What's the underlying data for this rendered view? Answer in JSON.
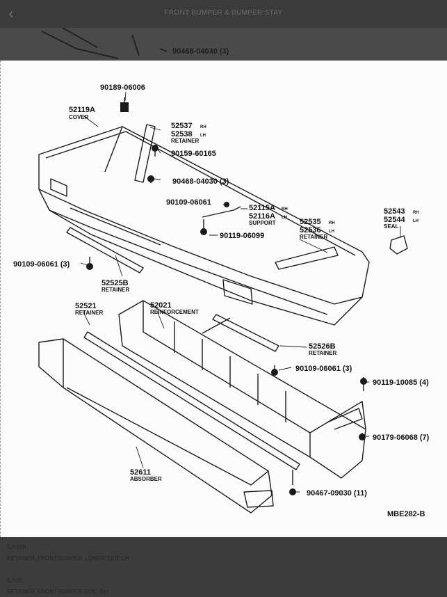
{
  "header": {
    "back_icon": "chevron-left-icon",
    "title": "FRONT BUMPER & BUMPER STAY"
  },
  "background_label": "90468-04030 (3)",
  "diagram": {
    "labels": [
      {
        "id": "c1",
        "num": "90189-06006",
        "sub": ""
      },
      {
        "id": "c2",
        "num": "52119A",
        "sub": "COVER"
      },
      {
        "id": "c3a",
        "num": "52537",
        "tag": "RH",
        "num2": "52538",
        "tag2": "LH",
        "sub": "RETAINER"
      },
      {
        "id": "c4",
        "num": "90159-60165",
        "sub": ""
      },
      {
        "id": "c5",
        "num": "90468-04030 (3)",
        "sub": ""
      },
      {
        "id": "c6",
        "num": "90109-06061",
        "sub": ""
      },
      {
        "id": "c7",
        "num": "52115A",
        "tag": "RH",
        "num2": "52116A",
        "tag2": "LH",
        "sub": "SUPPORT"
      },
      {
        "id": "c8",
        "num": "90119-06099",
        "sub": ""
      },
      {
        "id": "c9",
        "num": "52535",
        "tag": "RH",
        "num2": "52536",
        "tag2": "LH",
        "sub": "RETAINER"
      },
      {
        "id": "c10",
        "num": "52543",
        "tag": "RH",
        "num2": "52544",
        "tag2": "LH",
        "sub": "SEAL"
      },
      {
        "id": "c11",
        "num": "90109-06061 (3)",
        "sub": ""
      },
      {
        "id": "c12",
        "num": "52525B",
        "sub": "RETAINER"
      },
      {
        "id": "c13",
        "num": "52521",
        "sub": "RETAINER"
      },
      {
        "id": "c14",
        "num": "52021",
        "sub": "REINFORCEMENT"
      },
      {
        "id": "c15",
        "num": "52526B",
        "sub": "RETAINER"
      },
      {
        "id": "c16",
        "num": "90109-06061 (3)",
        "sub": ""
      },
      {
        "id": "c17",
        "num": "90119-10085 (4)",
        "sub": ""
      },
      {
        "id": "c18",
        "num": "90179-06068 (7)",
        "sub": ""
      },
      {
        "id": "c19",
        "num": "52611",
        "sub": "ABSORBER"
      },
      {
        "id": "c20",
        "num": "90467-09030 (11)",
        "sub": ""
      }
    ],
    "diagram_code": "MBE282-B"
  },
  "footer": {
    "items": [
      {
        "code": "52526B",
        "desc": "RETAINER, FRONT BUMPER, LOWER SIDE LH"
      },
      {
        "code": "52535",
        "desc": "RETAINER, FRONT BUMPER SIDE, RH"
      }
    ]
  }
}
